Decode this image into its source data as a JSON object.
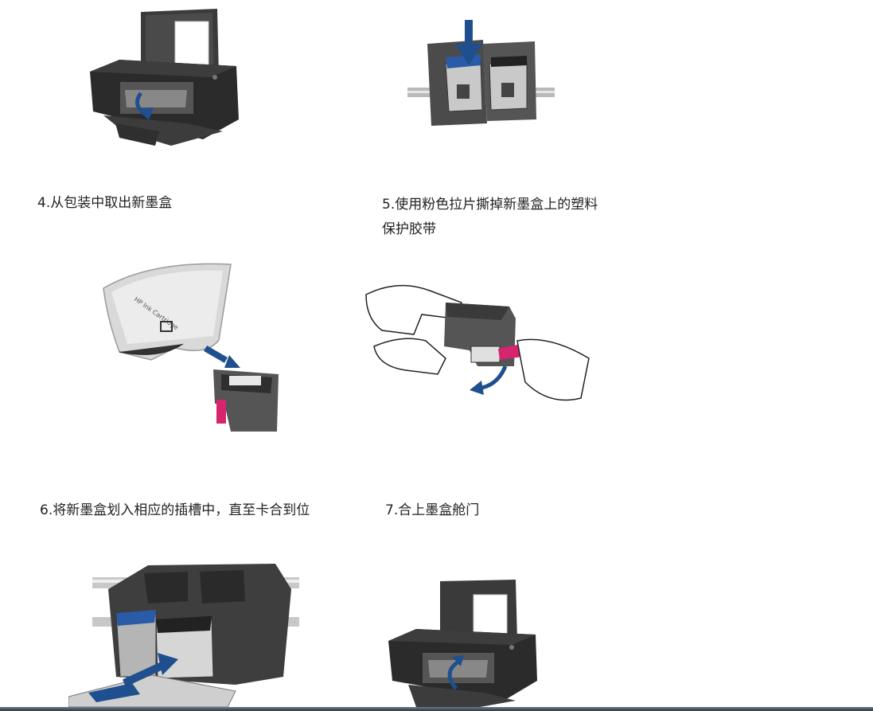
{
  "steps": [
    {
      "label": "4.从包装中取出新墨盒",
      "illustration_icon": "ink-cartridge-package-icon"
    },
    {
      "label_line1": "5.使用粉色拉片撕掉新墨盒上的塑料",
      "label_line2": "保护胶带",
      "illustration_icon": "remove-tape-icon"
    },
    {
      "label": "6.将新墨盒划入相应的插槽中，直至卡合到位",
      "illustration_icon": "insert-cartridge-icon"
    },
    {
      "label": "7.合上墨盒舱门",
      "illustration_icon": "close-door-icon"
    }
  ],
  "top_illustrations": [
    "open-printer-door-icon",
    "press-cartridge-down-icon"
  ],
  "package_text": "HP Ink Cartridge",
  "colors": {
    "arrow_blue": "#1f4f8f",
    "tab_pink": "#d6246e",
    "printer_body": "#2b2b2b",
    "cartridge_gray": "#8c8c8c"
  }
}
